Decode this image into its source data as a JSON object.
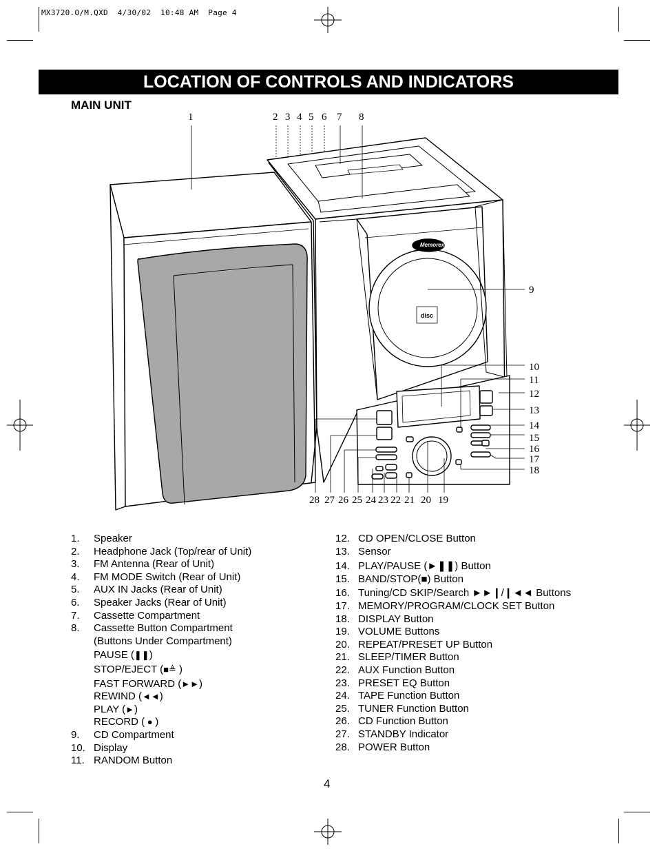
{
  "slug": "MX3720.O/M.QXD  4/30/02  10:48 AM  Page 4",
  "title": "LOCATION OF CONTROLS AND INDICATORS",
  "section": "MAIN UNIT",
  "callouts": {
    "c1": "1",
    "c2": "2",
    "c3": "3",
    "c4": "4",
    "c5": "5",
    "c6": "6",
    "c7": "7",
    "c8": "8",
    "c9": "9",
    "c10": "10",
    "c11": "11",
    "c12": "12",
    "c13": "13",
    "c14": "14",
    "c15": "15",
    "c16": "16",
    "c17": "17",
    "c18": "18",
    "c19": "19",
    "c20": "20",
    "c21": "21",
    "c22": "22",
    "c23": "23",
    "c24": "24",
    "c25": "25",
    "c26": "26",
    "c27": "27",
    "c28": "28"
  },
  "brand_badge": "Memorex",
  "disc_logo": "disc",
  "list_left": [
    {
      "num": "1.",
      "text": "Speaker"
    },
    {
      "num": "2.",
      "text": "Headphone Jack (Top/rear of Unit)"
    },
    {
      "num": "3.",
      "text": "FM Antenna (Rear of Unit)"
    },
    {
      "num": "4.",
      "text": "FM MODE Switch (Rear of Unit)"
    },
    {
      "num": "5.",
      "text": "AUX IN Jacks  (Rear of Unit)"
    },
    {
      "num": "6.",
      "text": "Speaker Jacks (Rear of Unit)"
    },
    {
      "num": "7.",
      "text": "Cassette Compartment"
    },
    {
      "num": "8.",
      "text": "Cassette Button Compartment"
    }
  ],
  "item8_continued": "(Buttons Under Compartment)",
  "cassette_buttons": [
    {
      "label": "PAUSE (",
      "symbol": "❚❚",
      "close": ")"
    },
    {
      "label": "STOP/EJECT (",
      "symbol": "■≜",
      "close": " )"
    },
    {
      "label": "FAST FORWARD (",
      "symbol": "►►",
      "close": ")"
    },
    {
      "label": "REWIND (",
      "symbol": "◄◄",
      "close": ")"
    },
    {
      "label": "PLAY (",
      "symbol": "►",
      "close": ")"
    },
    {
      "label": "RECORD (",
      "symbol": " ● ",
      "close": ")"
    }
  ],
  "list_left_tail": [
    {
      "num": "9.",
      "text": "CD Compartment"
    },
    {
      "num": "10.",
      "text": "Display"
    },
    {
      "num": "11.",
      "text": "RANDOM Button"
    }
  ],
  "list_right": [
    {
      "num": "12.",
      "text": "CD OPEN/CLOSE Button"
    },
    {
      "num": "13.",
      "text": "Sensor"
    },
    {
      "num": "14.",
      "text": "PLAY/PAUSE (►❚❚) Button"
    },
    {
      "num": "15.",
      "text": "BAND/STOP(■) Button"
    },
    {
      "num": "16.",
      "text": "Tuning/CD SKIP/Search ►►❙/❙◄◄ Buttons"
    },
    {
      "num": "17.",
      "text": "MEMORY/PROGRAM/CLOCK SET Button"
    },
    {
      "num": "18.",
      "text": "DISPLAY Button"
    },
    {
      "num": "19.",
      "text": "VOLUME Buttons"
    },
    {
      "num": "20.",
      "text": "REPEAT/PRESET UP Button"
    },
    {
      "num": "21.",
      "text": "SLEEP/TIMER Button"
    },
    {
      "num": "22.",
      "text": "AUX Function Button"
    },
    {
      "num": "23.",
      "text": "PRESET EQ Button"
    },
    {
      "num": "24.",
      "text": "TAPE Function Button"
    },
    {
      "num": "25.",
      "text": "TUNER Function Button"
    },
    {
      "num": "26.",
      "text": "CD Function Button"
    },
    {
      "num": "27.",
      "text": "STANDBY Indicator"
    },
    {
      "num": "28.",
      "text": "POWER Button"
    }
  ],
  "page_number": "4"
}
